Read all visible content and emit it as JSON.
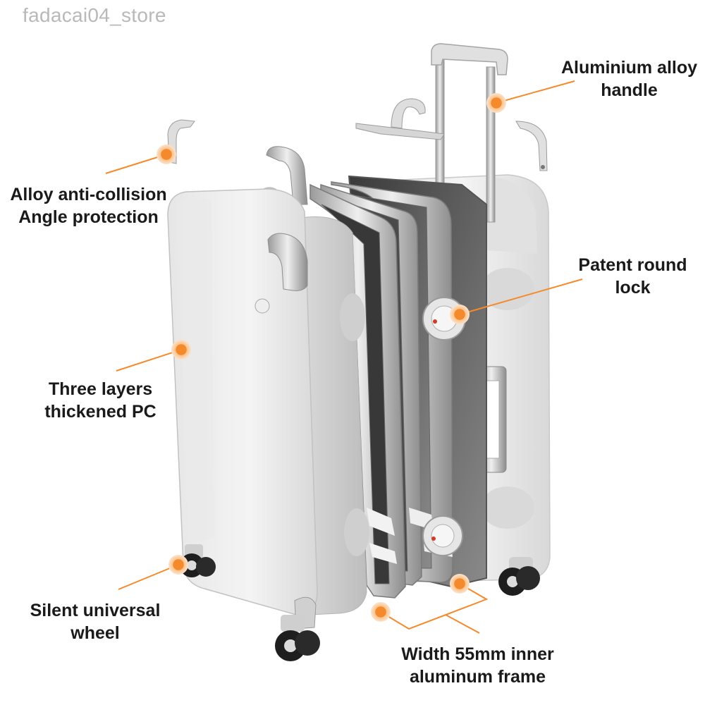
{
  "watermark": "fadacai04_store",
  "accent_color": "#f58a2c",
  "labels": {
    "handle": [
      "Aluminium alloy",
      "handle"
    ],
    "angle": [
      "Alloy anti-collision",
      "Angle protection"
    ],
    "lock": [
      "Patent round",
      "lock"
    ],
    "pc": [
      "Three layers",
      "thickened PC"
    ],
    "wheel": [
      "Silent universal",
      "wheel"
    ],
    "frame": [
      "Width 55mm inner",
      "aluminum frame"
    ]
  }
}
